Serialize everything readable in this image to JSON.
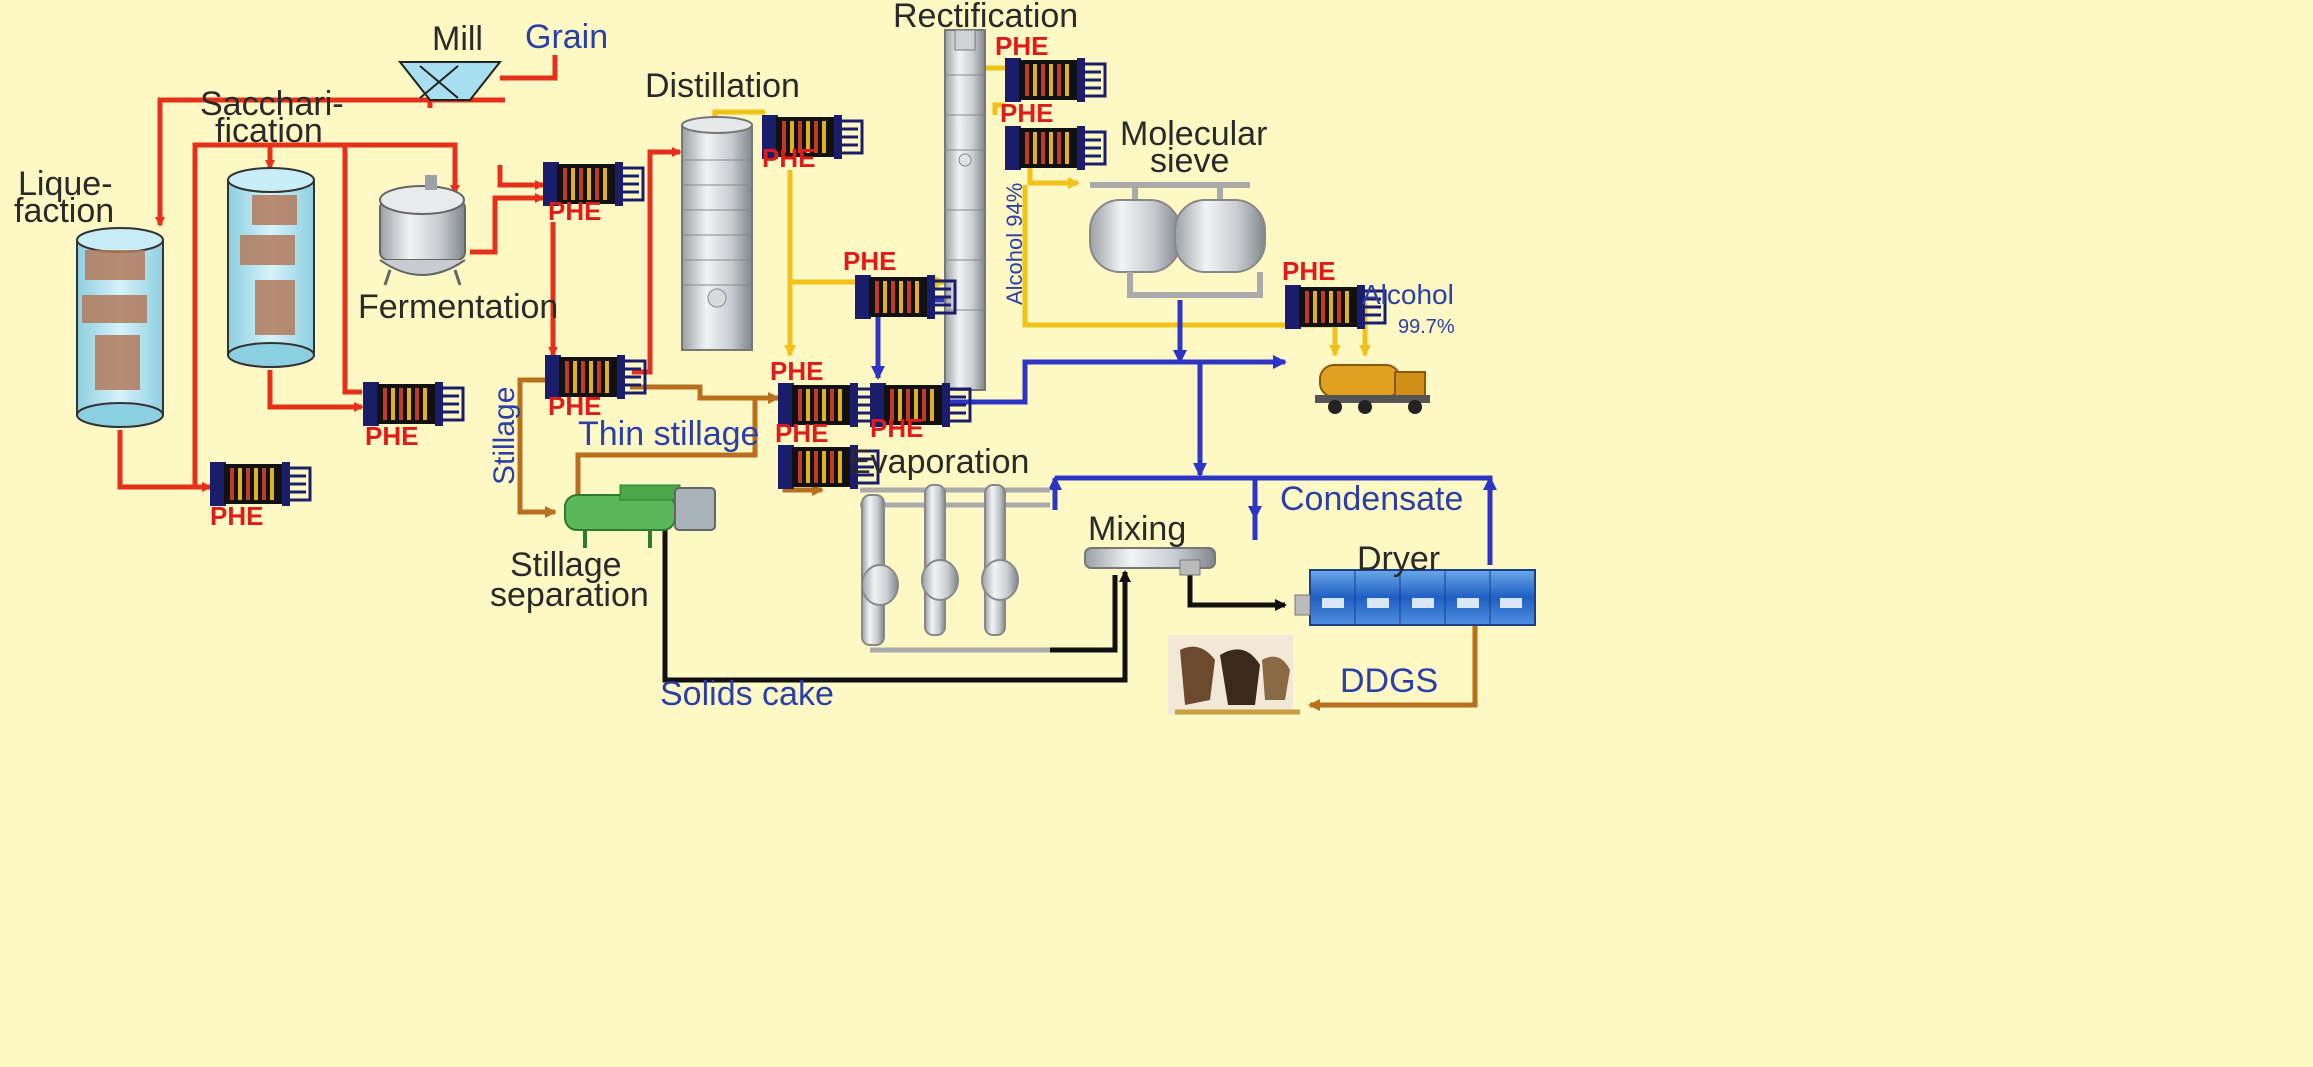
{
  "colors": {
    "background": "#fdf8c4",
    "mash_line": "#e5311a",
    "vapor_line": "#f0c21a",
    "stillage_line": "#b8701e",
    "condensate_line": "#2d36c4",
    "solids_line": "#111111",
    "phe_label": "#e01b1b",
    "blue_label": "#2b3fa8"
  },
  "labels": {
    "mill": "Mill",
    "grain": "Grain",
    "saccharification_1": "Sacchari-",
    "saccharification_2": "fication",
    "liquefaction_1": "Lique-",
    "liquefaction_2": "faction",
    "fermentation": "Fermentation",
    "distillation": "Distillation",
    "rectification": "Rectification",
    "molecular_sieve_1": "Molecular",
    "molecular_sieve_2": "sieve",
    "alcohol_94": "Alcohol 94%",
    "alcohol_out": "Alcohol",
    "alcohol_997": "99.7%",
    "stillage": "Stillage",
    "thin_stillage": "Thin stillage",
    "stillage_separation_1": "Stillage",
    "stillage_separation_2": "separation",
    "evaporation": "Evaporation",
    "condensate": "Condensate",
    "mixing": "Mixing",
    "dryer": "Dryer",
    "solids_cake": "Solids cake",
    "ddgs": "DDGS",
    "phe": "PHE"
  },
  "icons": {
    "heat_exchanger": "plate-heat-exchanger-icon",
    "tank": "tank-icon",
    "column": "column-icon",
    "mill": "mill-icon",
    "decanter": "decanter-icon",
    "evaporator": "evaporator-icon",
    "truck": "tanker-truck-icon",
    "cattle": "cattle-icon"
  }
}
